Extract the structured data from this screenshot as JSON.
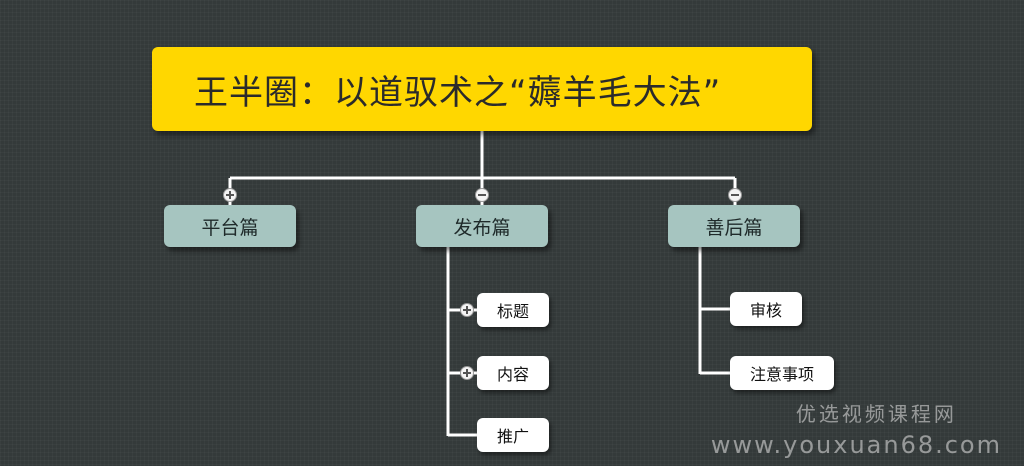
{
  "diagram": {
    "root": {
      "label": "王半圈：以道驭术之“薅羊毛大法”"
    },
    "branches": [
      {
        "label": "平台篇",
        "toggle": "expand",
        "children": []
      },
      {
        "label": "发布篇",
        "toggle": "collapse",
        "children": [
          {
            "label": "标题",
            "toggle": "expand"
          },
          {
            "label": "内容",
            "toggle": "expand"
          },
          {
            "label": "推广",
            "toggle": ""
          }
        ]
      },
      {
        "label": "善后篇",
        "toggle": "collapse",
        "children": [
          {
            "label": "审核",
            "toggle": ""
          },
          {
            "label": "注意事项",
            "toggle": ""
          }
        ]
      }
    ]
  },
  "watermark": {
    "text": "优选视频课程网",
    "url": "www.youxuan68.com"
  },
  "colors": {
    "background": "#343a3a",
    "root_fill": "#ffd700",
    "branch_fill": "#a6c5c0",
    "leaf_fill": "#ffffff",
    "connector": "#ffffff"
  }
}
